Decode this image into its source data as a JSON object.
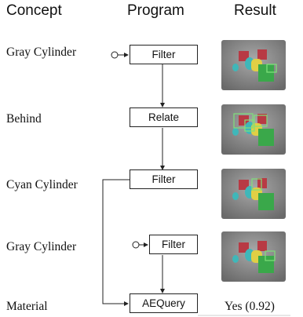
{
  "headers": {
    "concept": "Concept",
    "program": "Program",
    "result": "Result"
  },
  "steps": [
    {
      "concept": "Gray Cylinder",
      "program": "Filter",
      "result_type": "image"
    },
    {
      "concept": "Behind",
      "program": "Relate",
      "result_type": "image"
    },
    {
      "concept": "Cyan Cylinder",
      "program": "Filter",
      "result_type": "image"
    },
    {
      "concept": "Gray Cylinder",
      "program": "Filter",
      "result_type": "image"
    },
    {
      "concept": "Material",
      "program": "AEQuery",
      "result_type": "text",
      "result_text": "Yes (0.92)"
    }
  ],
  "colors": {
    "highlight_box": "#7fe07a",
    "cube_green": "#3aa84a",
    "cube_red": "#b83a44",
    "cylinder_yellow": "#e0cf45",
    "cylinder_cyan": "#3fb7b9",
    "background": "#8a8a8a"
  }
}
